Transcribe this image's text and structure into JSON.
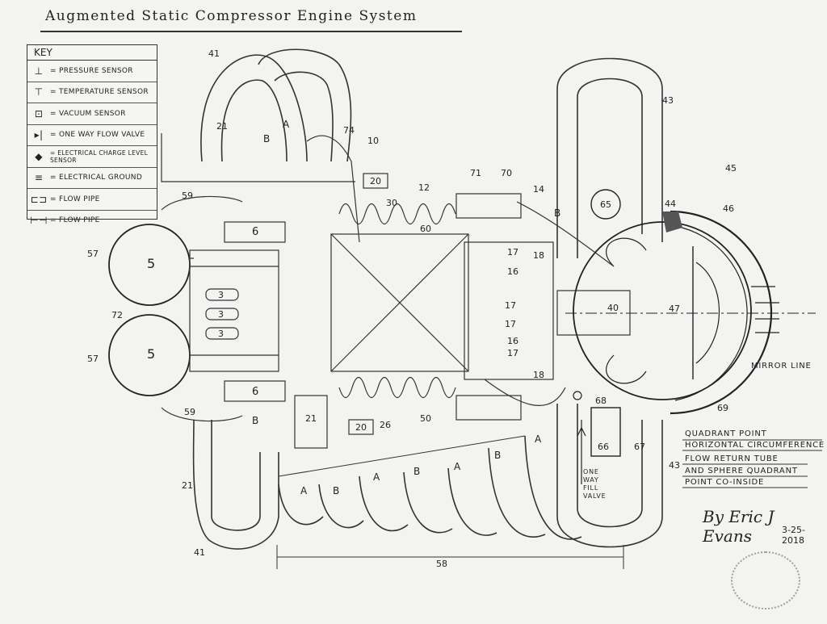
{
  "title": "Augmented Static Compressor Engine System",
  "key": {
    "heading": "KEY",
    "items": [
      {
        "icon": "pressure-sensor-icon",
        "label": "= PRESSURE SENSOR"
      },
      {
        "icon": "temperature-sensor-icon",
        "label": "= TEMPERATURE SENSOR"
      },
      {
        "icon": "vacuum-sensor-icon",
        "label": "= VACUUM SENSOR"
      },
      {
        "icon": "one-way-valve-icon",
        "label": "= ONE WAY FLOW VALVE"
      },
      {
        "icon": "charge-sensor-icon",
        "label": "= ELECTRICAL CHARGE LEVEL SENSOR"
      },
      {
        "icon": "ground-icon",
        "label": "= ELECTRICAL GROUND"
      },
      {
        "icon": "flow-pipe-icon",
        "label": "= FLOW PIPE"
      },
      {
        "icon": "flow-pipe-alt-icon",
        "label": "= FLOW PIPE"
      }
    ]
  },
  "notes": {
    "mirror": "MIRROR LINE",
    "quadrant1": "QUADRANT POINT",
    "quadrant2": "HORIZONTAL CIRCUMFERENCE",
    "flow1": "FLOW RETURN TUBE",
    "flow2": "AND SPHERE QUADRANT",
    "flow3": "POINT CO-INSIDE",
    "fill1": "ONE",
    "fill2": "WAY",
    "fill3": "FILL",
    "fill4": "VALVE"
  },
  "signature": "By Eric J Evans",
  "date": "3-25-2018",
  "labels": {
    "l41a": "41",
    "l41b": "41",
    "l21a": "21",
    "l21b": "21",
    "l21c": "21",
    "l5a": "5",
    "l5b": "5",
    "l57a": "57",
    "l57b": "57",
    "l72": "72",
    "l6a": "6",
    "l6b": "6",
    "l59a": "59",
    "l59b": "59",
    "l3a": "3",
    "l3b": "3",
    "l3c": "3",
    "l20a": "20",
    "l20b": "20",
    "l26": "26",
    "l50": "50",
    "l30": "30",
    "l43a": "43",
    "l43b": "43",
    "l45": "45",
    "l46": "46",
    "l44": "44",
    "l65": "65",
    "l66": "66",
    "l67": "67",
    "l68": "68",
    "l69": "69",
    "l14": "14",
    "l70": "70",
    "l71": "71",
    "l12": "12",
    "l10": "10",
    "l74": "74",
    "l58": "58",
    "l47": "47",
    "l40": "40",
    "l16a": "16",
    "l16b": "16",
    "l17a": "17",
    "l17b": "17",
    "l17c": "17",
    "l17d": "17",
    "l18a": "18",
    "l18b": "18",
    "l60": "60",
    "lA1": "A",
    "lA2": "A",
    "lA3": "A",
    "lA4": "A",
    "lA5": "A",
    "lB1": "B",
    "lB2": "B",
    "lB3": "B",
    "lB4": "B",
    "lB5": "B",
    "lB6": "B"
  }
}
